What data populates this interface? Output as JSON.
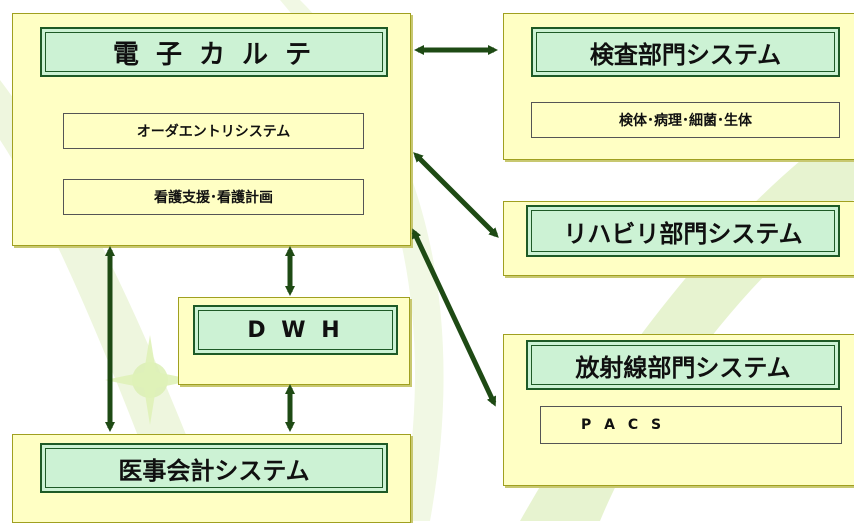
{
  "ehr": {
    "title": "電 子 カ ル テ",
    "items": [
      "オーダエントリシステム",
      "看護支援･看護計画"
    ]
  },
  "lab": {
    "title": "検査部門システム",
    "items": [
      "検体･病理･細菌･生体"
    ]
  },
  "rehab": {
    "title": "リハビリ部門システム"
  },
  "dwh": {
    "title": "D W H"
  },
  "radiology": {
    "title": "放射線部門システム",
    "items": [
      "P A C S"
    ]
  },
  "billing": {
    "title": "医事会計システム"
  }
}
